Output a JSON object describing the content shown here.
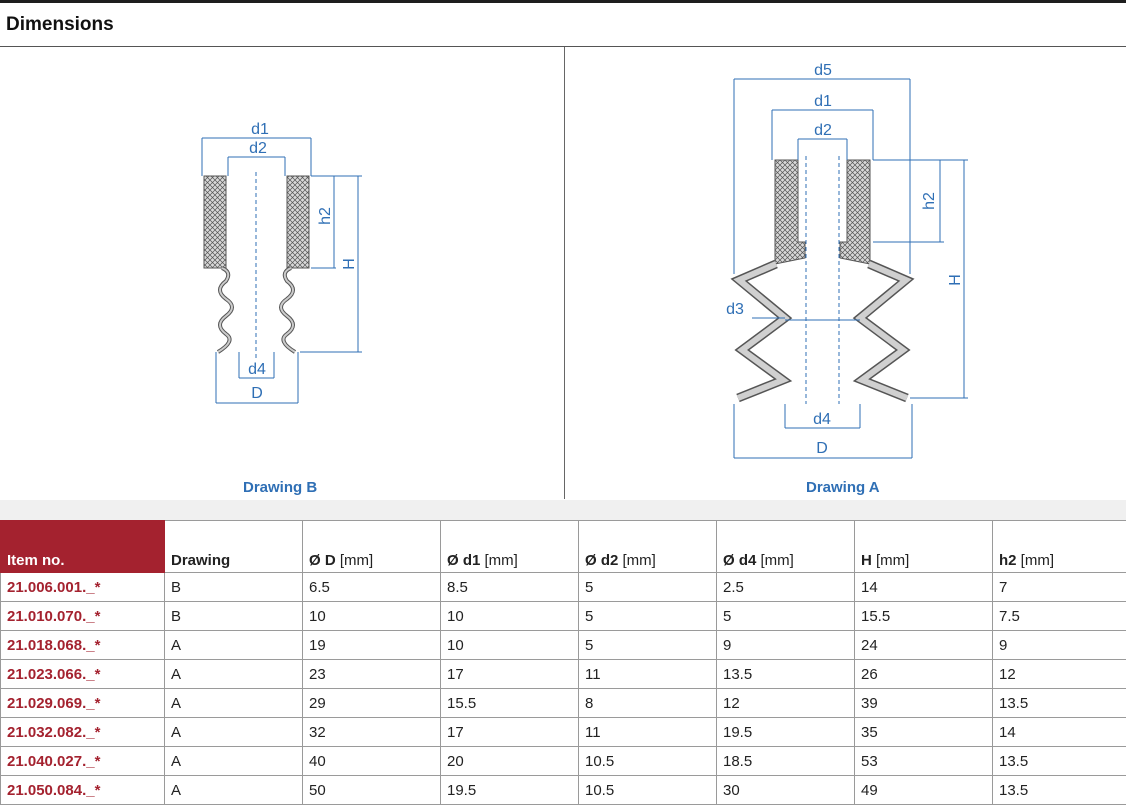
{
  "section_title": "Dimensions",
  "drawing_b": {
    "caption": "Drawing B",
    "labels": {
      "d1": "d1",
      "d2": "d2",
      "h2": "h2",
      "H": "H",
      "d4": "d4",
      "D": "D"
    }
  },
  "drawing_a": {
    "caption": "Drawing A",
    "labels": {
      "d5": "d5",
      "d1": "d1",
      "d2": "d2",
      "h2": "h2",
      "H": "H",
      "d3": "d3",
      "d4": "d4",
      "D": "D"
    }
  },
  "colors": {
    "accent_red": "#a4222f",
    "dimension_blue": "#2f6fb5"
  },
  "table": {
    "headers": [
      {
        "bold": "Item no.",
        "unit": ""
      },
      {
        "bold": "Drawing",
        "unit": ""
      },
      {
        "bold": "Ø D",
        "unit": " [mm]"
      },
      {
        "bold": "Ø d1",
        "unit": " [mm]"
      },
      {
        "bold": "Ø d2",
        "unit": " [mm]"
      },
      {
        "bold": "Ø d4",
        "unit": " [mm]"
      },
      {
        "bold": "H",
        "unit": " [mm]"
      },
      {
        "bold": "h2",
        "unit": " [mm]"
      }
    ],
    "rows": [
      [
        "21.006.001._*",
        "B",
        "6.5",
        "8.5",
        "5",
        "2.5",
        "14",
        "7"
      ],
      [
        "21.010.070._*",
        "B",
        "10",
        "10",
        "5",
        "5",
        "15.5",
        "7.5"
      ],
      [
        "21.018.068._*",
        "A",
        "19",
        "10",
        "5",
        "9",
        "24",
        "9"
      ],
      [
        "21.023.066._*",
        "A",
        "23",
        "17",
        "11",
        "13.5",
        "26",
        "12"
      ],
      [
        "21.029.069._*",
        "A",
        "29",
        "15.5",
        "8",
        "12",
        "39",
        "13.5"
      ],
      [
        "21.032.082._*",
        "A",
        "32",
        "17",
        "11",
        "19.5",
        "35",
        "14"
      ],
      [
        "21.040.027._*",
        "A",
        "40",
        "20",
        "10.5",
        "18.5",
        "53",
        "13.5"
      ],
      [
        "21.050.084._*",
        "A",
        "50",
        "19.5",
        "10.5",
        "30",
        "49",
        "13.5"
      ]
    ]
  }
}
